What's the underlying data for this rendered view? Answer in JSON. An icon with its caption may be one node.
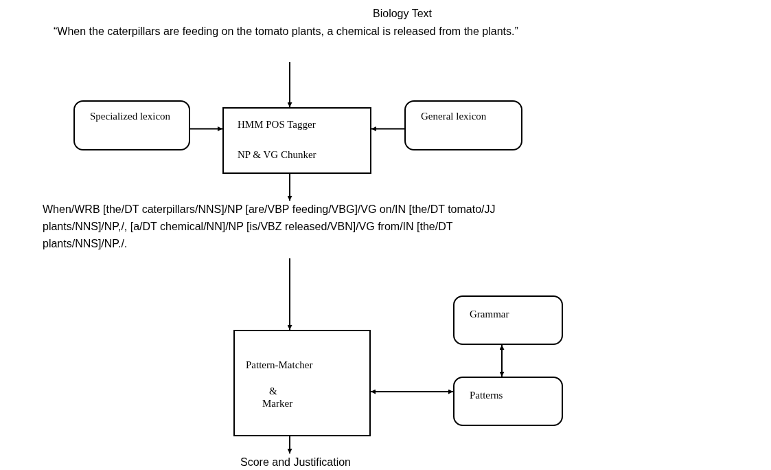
{
  "diagram": {
    "nodes": [
      {
        "text": [
          "Biology Text",
          "“When the caterpillars are feeding on the tomato plants, a chemical is released from the plants.”"
        ]
      },
      {
        "text": [
          "Specialized lexicon"
        ]
      },
      {
        "text": [
          "HMM POS Tagger",
          "NP & VG Chunker"
        ]
      },
      {
        "text": [
          "General lexicon"
        ]
      },
      {
        "text": [
          "When/WRB [the/DT caterpillars/NNS]/NP [are/VBP feeding/VBG]/VG on/IN [the/DT tomato/JJ plants/NNS]/NP,/, [a/DT chemical/NN]/NP [is/VBZ released/VBN]/VG from/IN [the/DT plants/NNS]/NP./."
        ]
      },
      {
        "text": [
          "Pattern-Matcher",
          "&",
          "Marker"
        ]
      },
      {
        "text": [
          "Grammar"
        ]
      },
      {
        "text": [
          "Patterns"
        ]
      },
      {
        "text": [
          "Score and Justification"
        ]
      }
    ],
    "edges": [
      {
        "from": 0,
        "to": 2,
        "arrow": "to"
      },
      {
        "from": 1,
        "to": 2,
        "arrow": "to"
      },
      {
        "from": 3,
        "to": 2,
        "arrow": "to"
      },
      {
        "from": 2,
        "to": 4,
        "arrow": "to"
      },
      {
        "from": 4,
        "to": 5,
        "arrow": "to"
      },
      {
        "from": 5,
        "to": 7,
        "arrow": "both"
      },
      {
        "from": 7,
        "to": 6,
        "arrow": "both"
      },
      {
        "from": 5,
        "to": 8,
        "arrow": "to"
      }
    ]
  }
}
